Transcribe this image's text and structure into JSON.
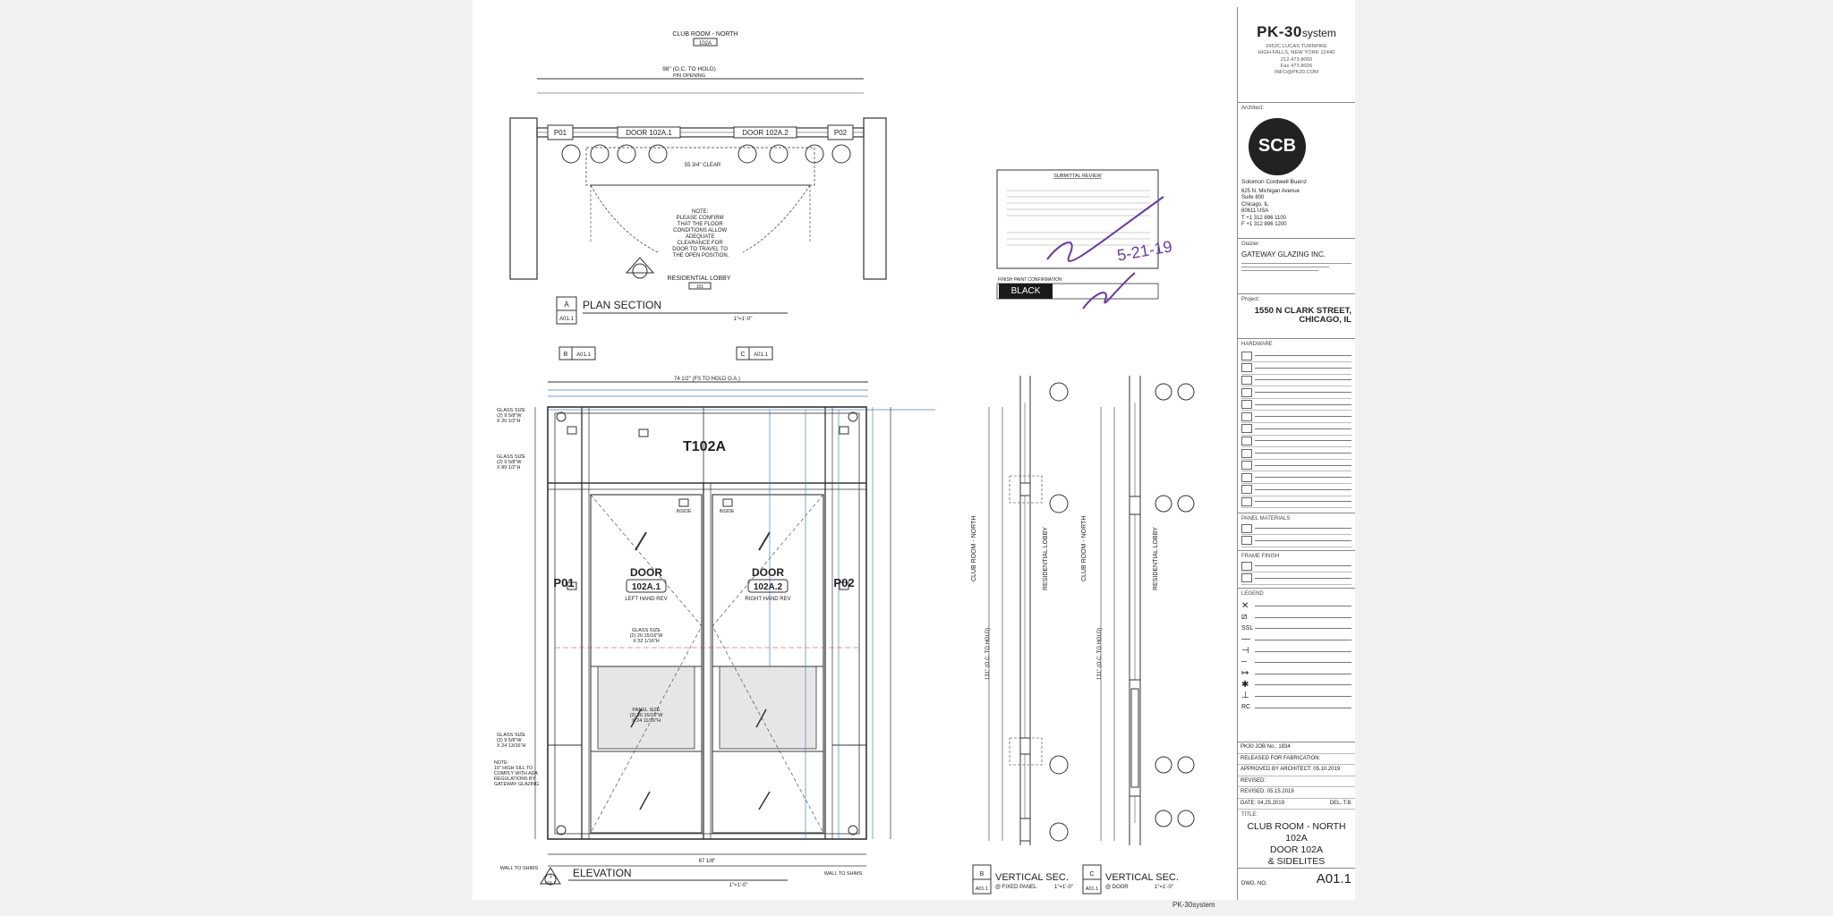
{
  "plan": {
    "room_title": "CLUB ROOM - NORTH",
    "room_tag": "102A",
    "overall_dim": "98\" (O.C. TO HOLD)",
    "opening": "PIN OPENING",
    "door1": "DOOR 102A.1",
    "door2": "DOOR 102A.2",
    "frame_left": "P01",
    "frame_right": "P02",
    "clear_dim": "55 3/4\" CLEAR",
    "note": "NOTE:\nPLEASE CONFIRM\nTHAT THE FLOOR\nCONDITIONS ALLOW\nADEQUATE\nCLEARANCE FOR\nDOOR TO TRAVEL TO\nTHE OPEN POSITION.",
    "lobby": "RESIDENTIAL LOBBY",
    "lobby_tag": "101",
    "section_mark": "A",
    "section_ref": "A01.1",
    "section_title": "PLAN  SECTION",
    "scale": "1\"=1'-0\""
  },
  "elevation": {
    "transom": "T102A",
    "door1_label": "DOOR",
    "door1_tag": "102A.1",
    "door1_hand": "LEFT HAND REV",
    "door2_label": "DOOR",
    "door2_tag": "102A.2",
    "door2_hand": "RIGHT HAND REV",
    "frame_left": "P01",
    "frame_right": "P02",
    "glass_size_top": "GLASS SIZE\n(2) 9 5/8\"W\nX 20 1/2\"H",
    "glass_size_mid": "GLASS SIZE\n(2) 9 5/8\"W\nX 89 1/2\"H",
    "glass_size_low": "GLASS SIZE\n(2) 9 5/8\"W\nX 24 13/16\"H",
    "note_left": "NOTE:\n10\" HIGH SILL TO\nCOMPLY WITH ADA\nREGULATIONS BY\nGATEWAY GLAZING",
    "panel_size": "PANEL SIZE\n(2) 20 15/16\"W\nX 24 11/16\"H",
    "glass_size_door": "GLASS SIZE\n(2) 20 15/16\"W\nX 52 1/16\"H",
    "title": "ELEVATION",
    "mark": "1",
    "ref": "A01.1",
    "scale": "1\"=1'-0\"",
    "inside": "INSIDE",
    "wall_left": "WALL TO SHIMS",
    "wall_right": "WALL TO SHIMS",
    "bottom_dim": "67 1/8\"",
    "section_b_mark": "B",
    "section_b_ref": "A01.1",
    "section_c_mark": "C",
    "section_c_ref": "A01.1",
    "top_dim": "74 1/2\" (FS TO HOLD O.A.)"
  },
  "vsec": {
    "title_b": "VERTICAL SEC.",
    "sub_b": "@ FIXED PANEL",
    "mark_b": "B",
    "ref_b": "A01.1",
    "title_c": "VERTICAL SEC.",
    "sub_c": "@ DOOR",
    "mark_c": "C",
    "ref_c": "A01.1",
    "scale": "1\"=1'-0\"",
    "label_club": "CLUB ROOM - NORTH",
    "label_lobby": "RESIDENTIAL LOBBY",
    "vdim": "131\" (O.C. TO HOLD)"
  },
  "approval": {
    "heading": "SUBMITTAL REVIEW",
    "finish_label": "FINISH PAINT CONFIRMATION",
    "finish_value": "BLACK",
    "signature_date": "5-21-19"
  },
  "title_block": {
    "brand": "PK-30",
    "brand_suffix": "system",
    "address": "2452C LUCAS TURNPIKE\nHIGH FALLS, NEW YORK 12440\n212.473.8050\nFax 473.8026\nINFO@PK30.COM",
    "architect_label": "Architect:",
    "architect_logo": "SCB",
    "architect_name": "Solomon Cordwell Buenz",
    "architect_addr": "625 N. Michigan Avenue\nSuite 800\nChicago, IL\n60611 USA\nT +1 312 896 1100\nF +1 312 896 1200",
    "glazier_label": "Glazier:",
    "glazier_name": "GATEWAY GLAZING INC.",
    "project_label": "Project:",
    "project_name": "1550 N CLARK STREET,\nCHICAGO, IL",
    "hardware_label": "HARDWARE",
    "panel_label": "PANEL MATERIALS",
    "frame_label": "FRAME FINISH",
    "legend_label": "LEGEND",
    "job_no": "PK30 JOB No.: 1834",
    "released": "RELEASED FOR FABRICATION:",
    "approved": "APPROVED BY ARCHITECT: 05.10.2019",
    "revised": "REVISED:",
    "revised2": "REVISED: 05.15.2019",
    "date": "DATE: 04.25.2019",
    "drawn_by": "DEL. T.B.",
    "title_label": "TITLE:",
    "title_text": "CLUB ROOM - NORTH\n102A\nDOOR 102A\n& SIDELITES",
    "dwg_label": "DWG. NO.",
    "dwg_no": "A01.1"
  },
  "footer_mark": "PK-30system"
}
